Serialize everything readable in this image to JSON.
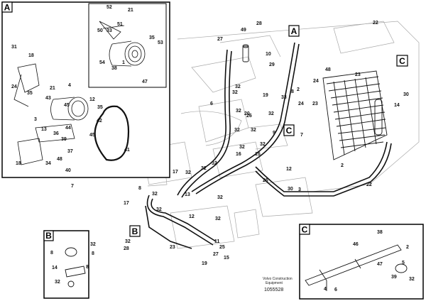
{
  "panels": {
    "a": {
      "tag": "A"
    },
    "b": {
      "tag": "B"
    },
    "c": {
      "tag": "C"
    }
  },
  "main_markers": [
    "A",
    "B",
    "C",
    "C"
  ],
  "callouts": {
    "a_detail": [
      "31",
      "18",
      "52",
      "21",
      "50",
      "33",
      "51",
      "35",
      "53",
      "54",
      "38",
      "1",
      "47",
      "24",
      "35",
      "21",
      "43",
      "45",
      "4",
      "12",
      "35",
      "42",
      "3",
      "13",
      "36",
      "44",
      "45",
      "39",
      "41",
      "18",
      "34",
      "40",
      "37",
      "48"
    ],
    "main": [
      "27",
      "49",
      "28",
      "10",
      "29",
      "32",
      "22",
      "48",
      "23",
      "2",
      "33",
      "24",
      "30",
      "32",
      "19",
      "26",
      "6",
      "32",
      "20",
      "32",
      "9",
      "23",
      "14",
      "32",
      "32",
      "8",
      "24",
      "7",
      "32",
      "32",
      "16",
      "15",
      "26",
      "12",
      "32",
      "32",
      "32",
      "17",
      "8",
      "7",
      "13",
      "32",
      "32",
      "17",
      "32",
      "32",
      "12",
      "23",
      "25",
      "15",
      "11",
      "27",
      "3",
      "19",
      "2",
      "30",
      "28",
      "32",
      "22"
    ],
    "b_detail": [
      "8",
      "32",
      "8",
      "14",
      "8",
      "32"
    ],
    "c_detail": [
      "38",
      "46",
      "2",
      "47",
      "5",
      "39",
      "32",
      "4",
      "6"
    ]
  },
  "footer": {
    "line1": "Volvo Construction",
    "line2": "Equipment",
    "id": "1055528"
  },
  "colors": {
    "ink": "#111111",
    "faint": "#9a9a9a",
    "background": "#ffffff"
  }
}
